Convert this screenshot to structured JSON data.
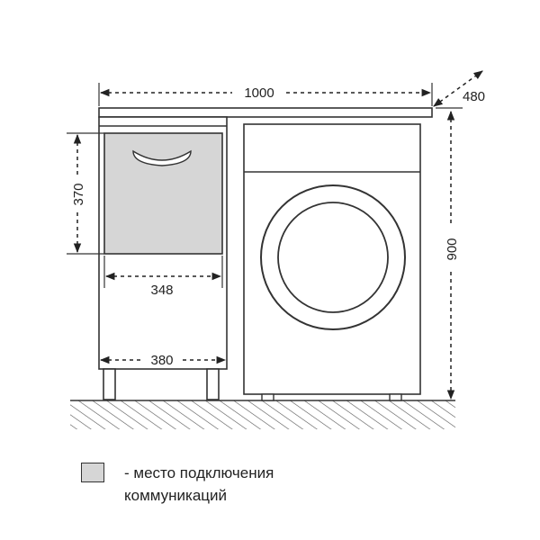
{
  "dimensions": {
    "total_width": "1000",
    "depth": "480",
    "height": "900",
    "box_height": "370",
    "box_width": "348",
    "cabinet_width": "380"
  },
  "legend": {
    "line1": "- место подключения",
    "line2": "коммуникаций",
    "swatch_color": "#d6d6d6"
  },
  "colors": {
    "stroke": "#333333",
    "floor_hatch": "#555555"
  }
}
